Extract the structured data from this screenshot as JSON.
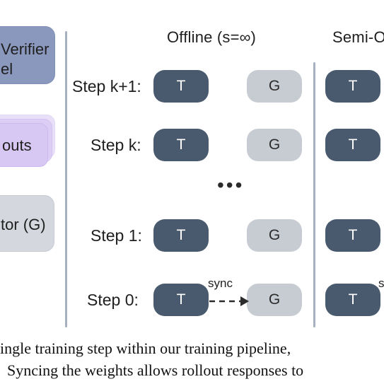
{
  "left_panel": {
    "verifier_line1": "Verifier",
    "verifier_line2": "el",
    "rollouts_label": "outs",
    "generator_label": "tor (G)"
  },
  "offline": {
    "title": "Offline (s=∞)"
  },
  "semi": {
    "title": "Semi-O"
  },
  "steps": [
    {
      "label": "Step k+1:",
      "t": "T",
      "g": "G"
    },
    {
      "label": "Step k:",
      "t": "T",
      "g": "G"
    },
    {
      "label": "Step 1:",
      "t": "T",
      "g": "G"
    },
    {
      "label": "Step 0:",
      "t": "T",
      "g": "G"
    }
  ],
  "ellipsis": "•••",
  "sync": {
    "main": "sync",
    "edge": "s"
  },
  "caption": {
    "line1": "ingle training step within our training pipeline,",
    "line2": "Syncing the weights allows rollout responses to"
  },
  "colors": {
    "trainer_fill": "#495a6e",
    "generator_fill": "#c7ccd3",
    "divider": "#a7b0be"
  }
}
